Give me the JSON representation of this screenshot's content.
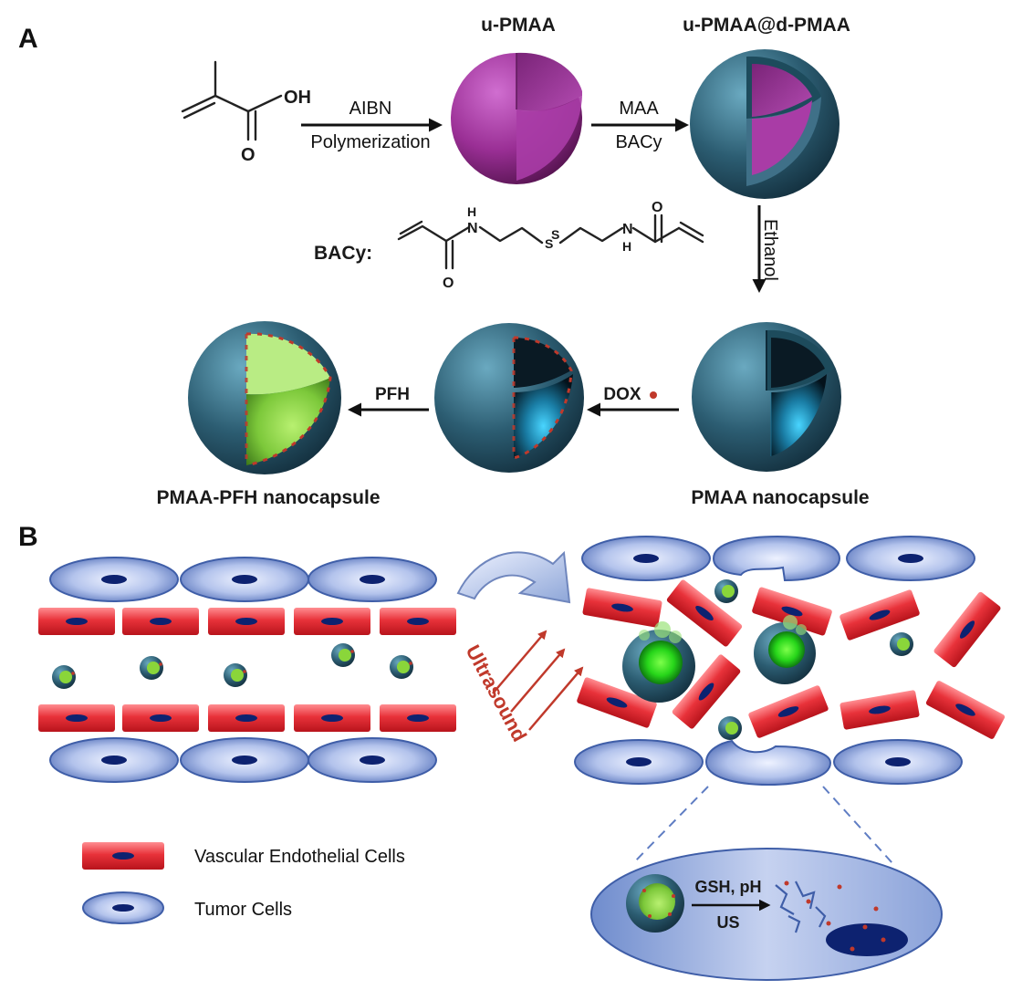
{
  "panel_a": {
    "letter": "A",
    "oh": "OH",
    "o": "O",
    "step1_top": "AIBN",
    "step1_bottom": "Polymerization",
    "u_pmaa": "u-PMAA",
    "step2_top": "MAA",
    "step2_bottom": "BACy",
    "u_pmaa_d_pmaa": "u-PMAA@d-PMAA",
    "step3": "Ethanol",
    "bacy_label": "BACy:",
    "bacy_h": "H",
    "bacy_n": "N",
    "bacy_s": "S",
    "bacy_o": "O",
    "step4": "DOX",
    "step5": "PFH",
    "pmaa_nanocapsule": "PMAA nanocapsule",
    "pmaa_pfh_nanocapsule": "PMAA-PFH nanocapsule"
  },
  "panel_b": {
    "letter": "B",
    "ultrasound": "Ultrasound",
    "inset_top": "GSH, pH",
    "inset_bottom": "US",
    "legend": [
      {
        "label": "Vascular Endothelial Cells"
      },
      {
        "label": "Tumor Cells"
      }
    ]
  },
  "colors": {
    "core_magenta": "#9a2f95",
    "shell_teal": "#2c5d72",
    "cavity_cyan": "#35c8f0",
    "pfh_green": "#8ad63a",
    "dox_red": "#c0392b",
    "endothelial_red": "#e8323a",
    "tumor_blue": "#5f7dc3"
  }
}
